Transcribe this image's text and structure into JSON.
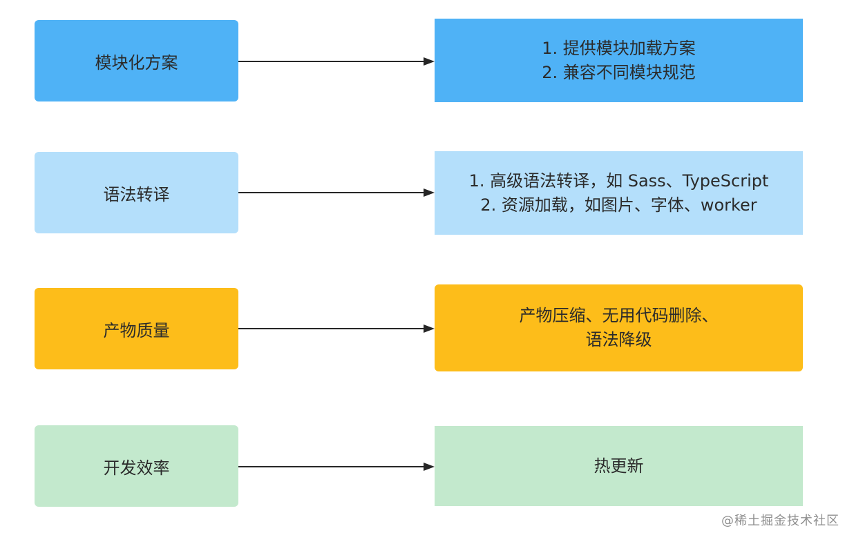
{
  "colors": {
    "blue": "#4fb2f6",
    "light_blue": "#b4dffb",
    "yellow": "#fdbd1a",
    "light_green": "#c3e9cd",
    "arrow": "#262626"
  },
  "rows": [
    {
      "left": "模块化方案",
      "right": [
        "1. 提供模块加载方案",
        "2. 兼容不同模块规范"
      ],
      "color": "#4fb2f6"
    },
    {
      "left": "语法转译",
      "right": [
        "1. 高级语法转译，如 Sass、TypeScript",
        "2. 资源加载，如图片、字体、worker"
      ],
      "color": "#b4dffb"
    },
    {
      "left": "产物质量",
      "right": [
        "产物压缩、无用代码删除、",
        "语法降级"
      ],
      "color": "#fdbd1a"
    },
    {
      "left": "开发效率",
      "right": [
        "热更新"
      ],
      "color": "#c3e9cd"
    }
  ],
  "brand": "@稀土掘金技术社区"
}
